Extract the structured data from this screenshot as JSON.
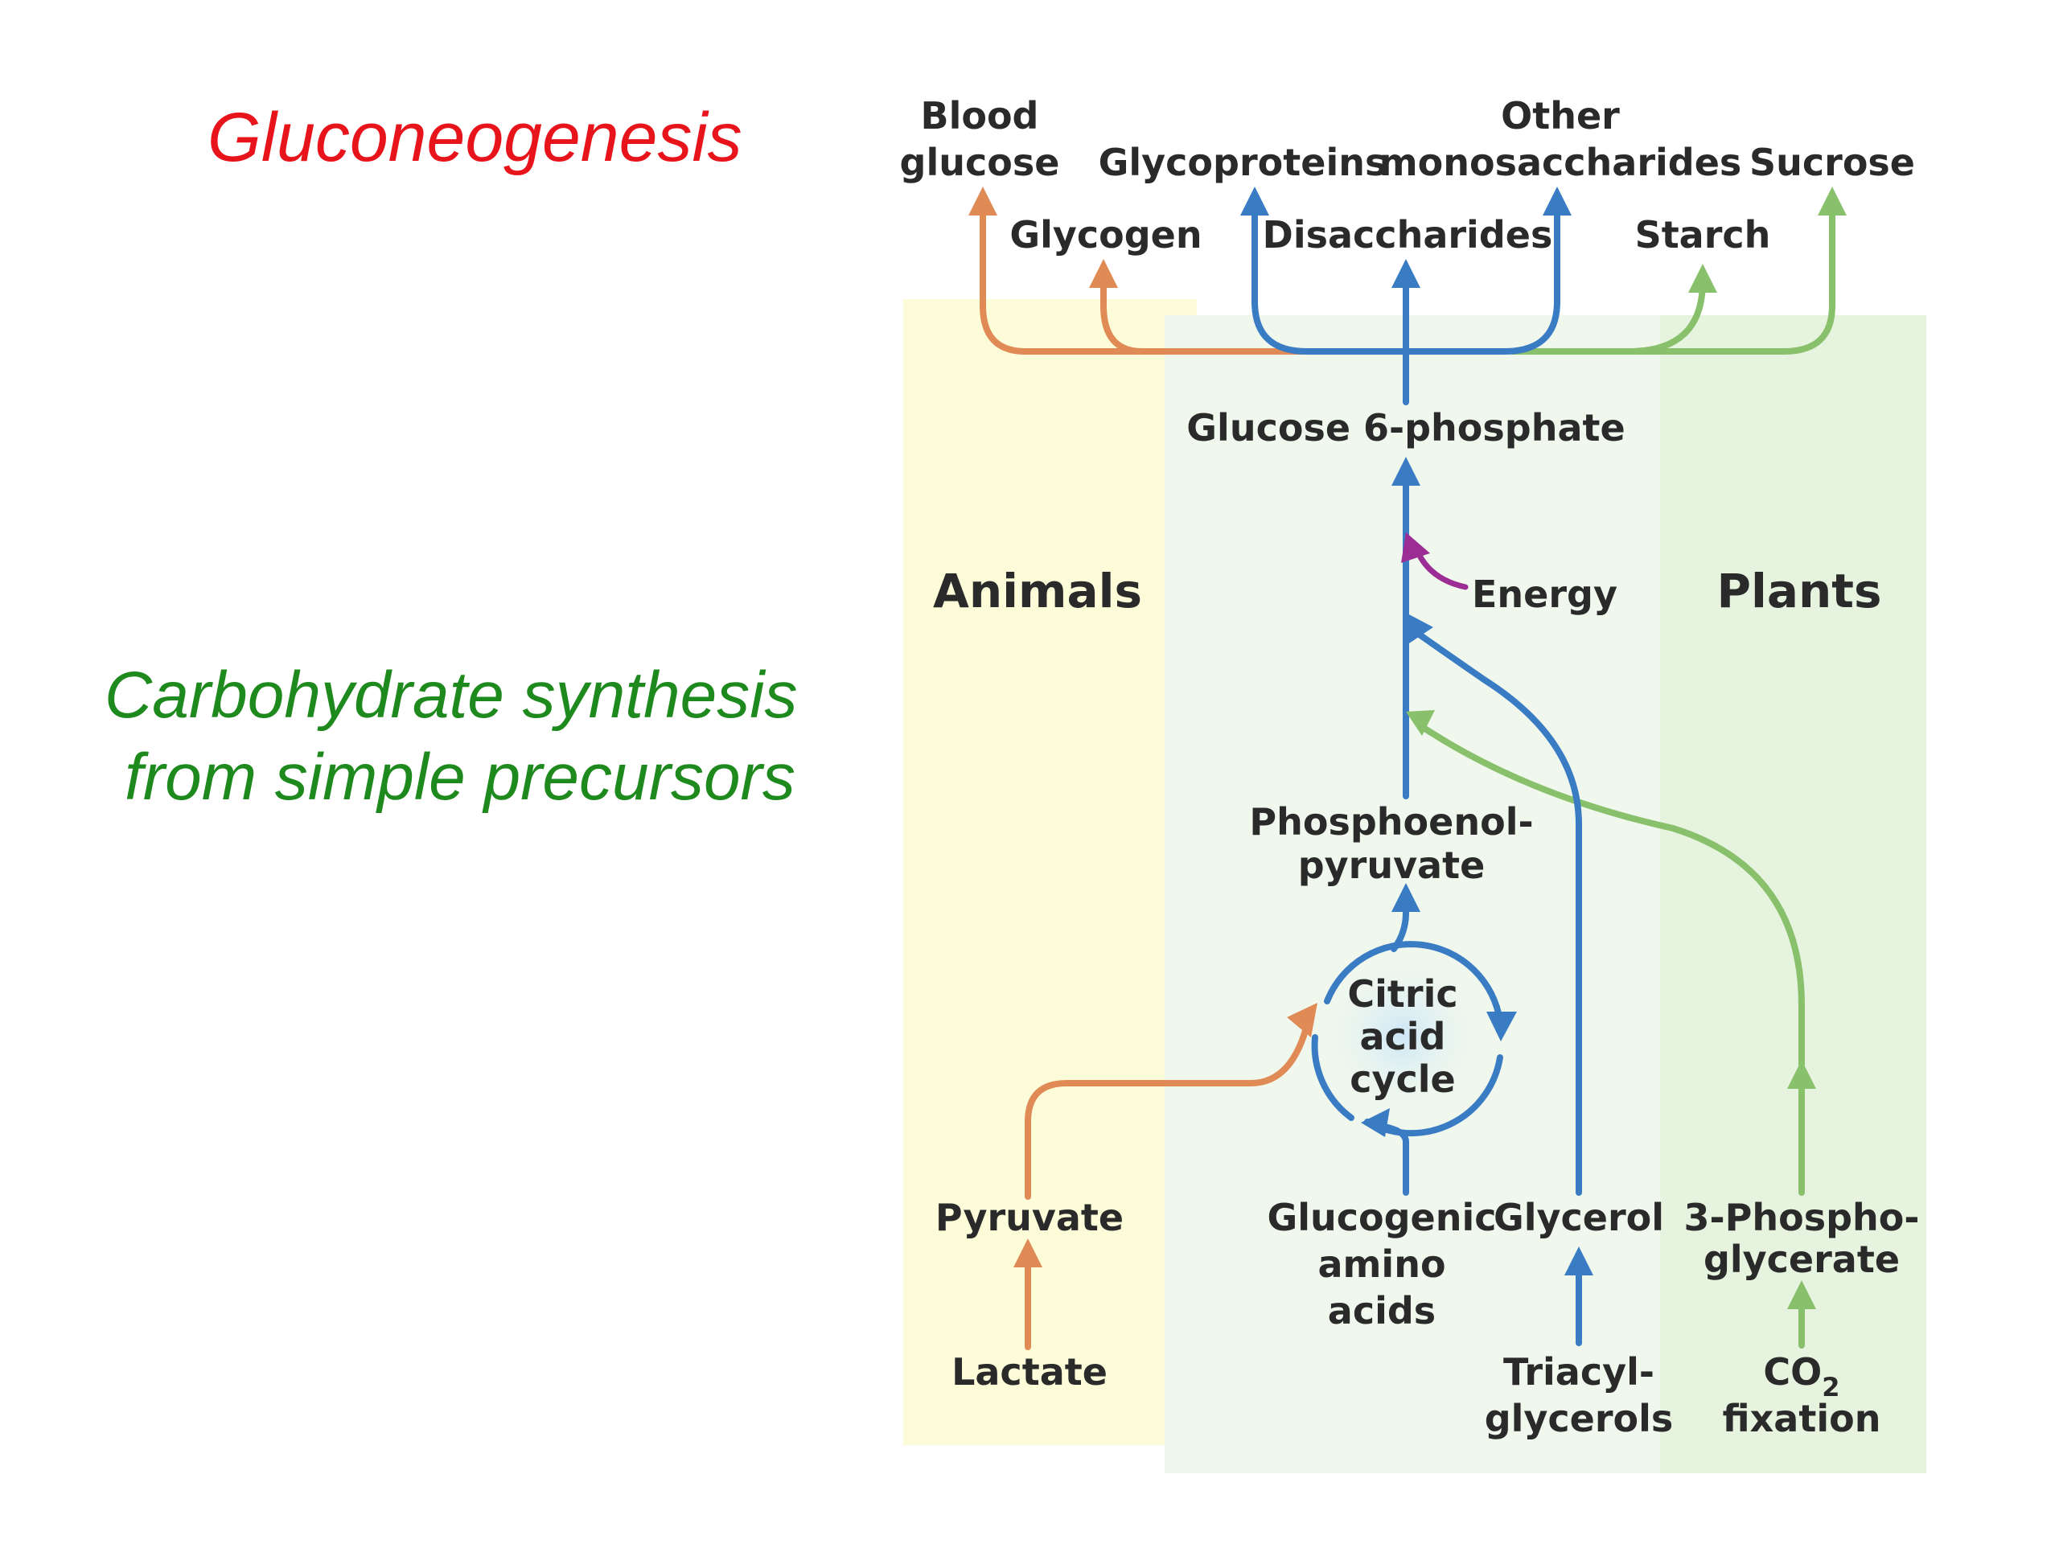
{
  "heading": {
    "title": "Gluconeogenesis",
    "subtitle_line1": "Carbohydrate synthesis",
    "subtitle_line2": "from simple precursors"
  },
  "colors": {
    "title": "#e8141c",
    "subtitle": "#1e8a1e",
    "animal_path": "#e08a55",
    "common_path": "#3a7cc4",
    "plant_path": "#88c06b",
    "energy": "#9b2d94",
    "animals_panel": "#fdfcd9",
    "plants_panel": "#e6f3df",
    "shared_panel": "#f0f8ed",
    "text": "#2a2a2a"
  },
  "panels": {
    "animals": "Animals",
    "plants": "Plants"
  },
  "products": {
    "blood_glucose_1": "Blood",
    "blood_glucose_2": "glucose",
    "glycogen": "Glycogen",
    "glycoproteins": "Glycoproteins",
    "disaccharides": "Disaccharides",
    "other_mono_1": "Other",
    "other_mono_2": "monosaccharides",
    "starch": "Starch",
    "sucrose": "Sucrose"
  },
  "intermediates": {
    "glucose6p": "Glucose 6-phosphate",
    "energy": "Energy",
    "pep_1": "Phosphoenol-",
    "pep_2": "pyruvate",
    "cycle_1": "Citric",
    "cycle_2": "acid",
    "cycle_3": "cycle"
  },
  "precursors": {
    "pyruvate": "Pyruvate",
    "lactate": "Lactate",
    "amino_1": "Glucogenic",
    "amino_2": "amino",
    "amino_3": "acids",
    "glycerol": "Glycerol",
    "tag_1": "Triacyl-",
    "tag_2": "glycerols",
    "pg_1": "3-Phospho-",
    "pg_2": "glycerate",
    "co2_main": "CO",
    "co2_sub": "2",
    "co2_2": "fixation"
  }
}
